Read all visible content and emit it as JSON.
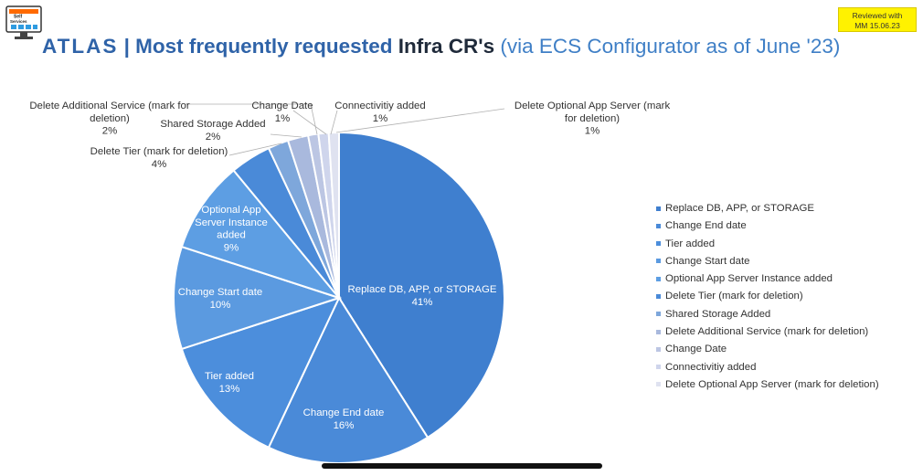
{
  "badge": {
    "line1": "Reviewed with",
    "line2": "MM 15.06.23"
  },
  "logo_text": "Self Services",
  "header": {
    "brand": "ATLAS",
    "separator": "|",
    "title_part1": "Most frequently requested",
    "title_part2": "Infra CR's",
    "title_part3": "(via ECS Configurator as of June '23)"
  },
  "chart_data": {
    "type": "pie",
    "title": "",
    "legend_position": "right",
    "slices": [
      {
        "label": "Replace DB, APP, or STORAGE",
        "value": 41,
        "pct_text": "41%",
        "color": "#3f7fcf"
      },
      {
        "label": "Change End date",
        "value": 16,
        "pct_text": "16%",
        "color": "#4a8ad8"
      },
      {
        "label": "Tier added",
        "value": 13,
        "pct_text": "13%",
        "color": "#4c8edc"
      },
      {
        "label": "Change Start date",
        "value": 10,
        "pct_text": "10%",
        "color": "#5b9ae0"
      },
      {
        "label": "Optional App Server Instance added",
        "value": 9,
        "pct_text": "9%",
        "color": "#5d9ee3"
      },
      {
        "label": "Delete Tier (mark for deletion)",
        "value": 4,
        "pct_text": "4%",
        "color": "#4a8ad8"
      },
      {
        "label": "Shared Storage Added",
        "value": 2,
        "pct_text": "2%",
        "color": "#7ea7db"
      },
      {
        "label": "Delete Additional Service (mark for deletion)",
        "value": 2,
        "pct_text": "2%",
        "color": "#a9b9dd"
      },
      {
        "label": "Change Date",
        "value": 1,
        "pct_text": "1%",
        "color": "#bcc6e3"
      },
      {
        "label": "Connectivitiy added",
        "value": 1,
        "pct_text": "1%",
        "color": "#cfd5ec"
      },
      {
        "label": "Delete Optional App Server (mark for deletion)",
        "value": 1,
        "pct_text": "1%",
        "color": "#dfe2f0"
      }
    ],
    "inside_labels": [
      {
        "lines": [
          "Replace DB, APP, or STORAGE",
          "41%"
        ]
      },
      {
        "lines": [
          "Change End date",
          "16%"
        ]
      },
      {
        "lines": [
          "Tier added",
          "13%"
        ]
      },
      {
        "lines": [
          "Change Start date",
          "10%"
        ]
      },
      {
        "lines": [
          "Optional App",
          "Server Instance",
          "added",
          "9%"
        ]
      }
    ],
    "outside_labels": [
      {
        "lines": [
          "Delete Tier (mark for deletion)",
          "4%"
        ]
      },
      {
        "lines": [
          "Shared Storage Added",
          "2%"
        ]
      },
      {
        "lines": [
          "Delete Additional Service (mark for",
          "deletion)",
          "2%"
        ]
      },
      {
        "lines": [
          "Change Date",
          "1%"
        ]
      },
      {
        "lines": [
          "Connectivitiy added",
          "1%"
        ]
      },
      {
        "lines": [
          "Delete Optional App Server (mark",
          "for deletion)",
          "1%"
        ]
      }
    ]
  }
}
